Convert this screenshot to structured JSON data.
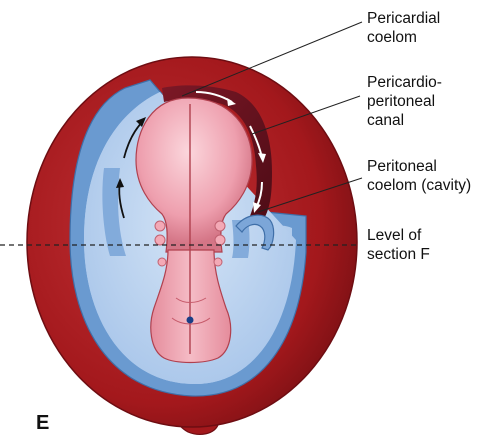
{
  "panel_letter": "E",
  "labels": {
    "pericardial_coelom": [
      "Pericardial",
      "coelom"
    ],
    "pericardioperitoneal_canal": [
      "Pericardio-",
      "peritoneal",
      "canal"
    ],
    "peritoneal_coelom": [
      "Peritoneal",
      "coelom (cavity)"
    ],
    "level_of_section": [
      "Level of",
      "section F"
    ]
  },
  "colors": {
    "wall_red": "#a3181c",
    "wall_dark": "#7a1014",
    "coelom_blue": "#bcd3ee",
    "membrane_blue": "#6a9ad0",
    "embryo_pink": "#eeaab6",
    "embryo_dark": "#b0404e",
    "canal_maroon": "#6a1220"
  }
}
